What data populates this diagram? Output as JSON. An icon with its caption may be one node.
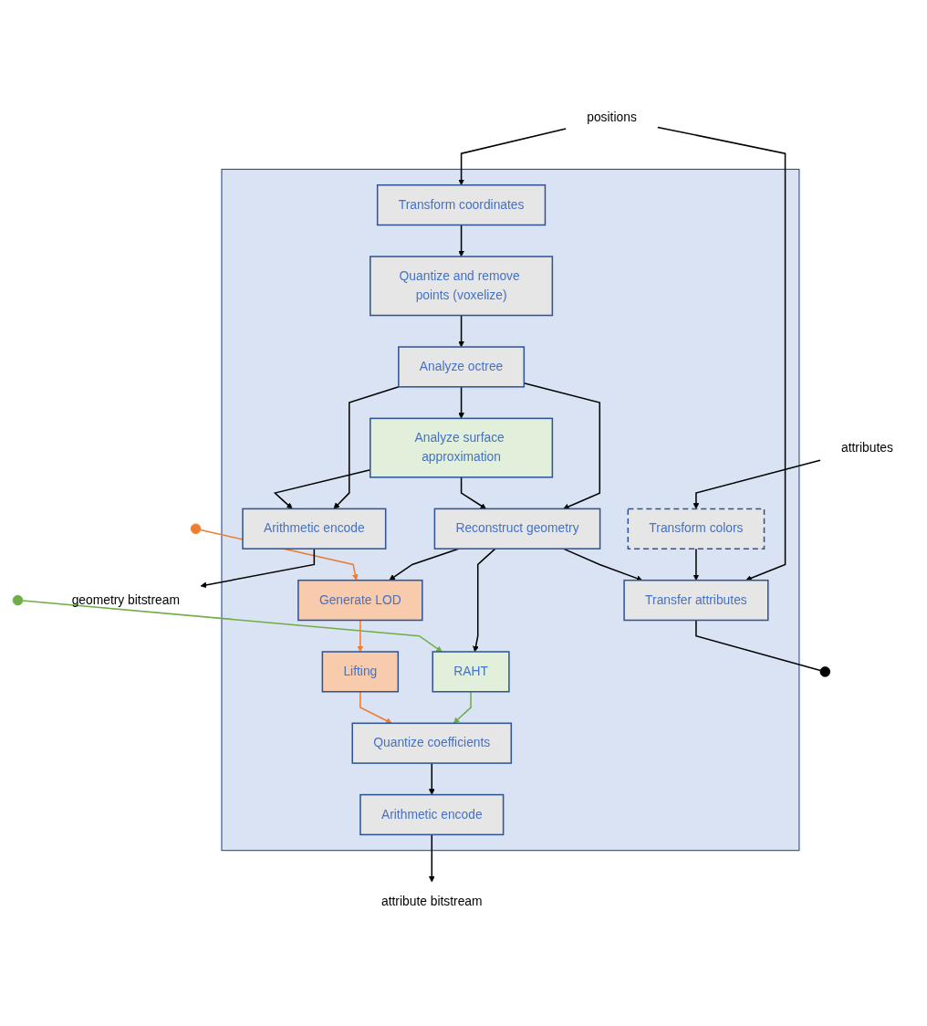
{
  "diagram": {
    "nodes": [
      {
        "text": [],
        "shape": "box"
      },
      {
        "text": [
          "positions"
        ]
      },
      {
        "text": [
          "attributes"
        ]
      },
      {
        "text": [
          "Transform coordinates"
        ],
        "in": 0
      },
      {
        "text": [
          "Quantize and remove points (voxelize)"
        ],
        "in": 0
      },
      {
        "text": [
          "Transform colors"
        ],
        "in": 0
      },
      {
        "text": [
          "Transfer attributes"
        ],
        "in": 0
      },
      {
        "text": [
          "Analyze octree"
        ],
        "in": 0
      },
      {
        "text": [
          "Reconstruct geometry"
        ],
        "in": 0
      },
      {
        "text": [
          "RAHT"
        ],
        "in": 0
      },
      {
        "text": [
          "Generate LOD"
        ],
        "in": 0
      },
      {
        "text": [
          "Analyze surface approximation"
        ],
        "in": 0
      },
      {
        "text": [
          "Lifting"
        ],
        "in": 0
      },
      {
        "text": [
          "Quantize coefficients"
        ],
        "in": 0
      },
      {
        "text": [
          "Arithmetic encode"
        ],
        "in": 0
      },
      {
        "text": [
          "Arithmetic encode"
        ],
        "in": 0
      },
      {
        "text": [
          "geometry bitstream"
        ]
      },
      {
        "text": [
          "attribute bitstream"
        ]
      }
    ],
    "edges": [
      {
        "from": 1,
        "to": 3,
        "arrow": "to"
      },
      {
        "from": 1,
        "to": 6,
        "arrow": "to"
      },
      {
        "from": 2,
        "to": 5,
        "arrow": "to"
      },
      {
        "from": 5,
        "to": 6,
        "arrow": "to"
      },
      {
        "from": 3,
        "to": 4,
        "arrow": "to"
      },
      {
        "from": 4,
        "to": 7,
        "arrow": "to"
      },
      {
        "from": 8,
        "to": 6,
        "arrow": "to"
      },
      {
        "from": 8,
        "to": 9,
        "arrow": "to"
      },
      {
        "from": 8,
        "to": 10,
        "arrow": "to"
      },
      {
        "from": 7,
        "to": 8,
        "arrow": "to"
      },
      {
        "from": 7,
        "to": 11,
        "arrow": "to"
      },
      {
        "from": 7,
        "to": 14,
        "arrow": "to"
      },
      {
        "from": 11,
        "to": 8,
        "arrow": "to"
      },
      {
        "from": 11,
        "to": 14,
        "arrow": "to"
      },
      {
        "from": 6,
        "to": null,
        "arrow": "other"
      },
      {
        "from": null,
        "to": 9,
        "arrow": "to",
        "color": "#70ad47"
      },
      {
        "from": null,
        "to": 10,
        "arrow": "to",
        "color": "#ed7d31"
      },
      {
        "from": 9,
        "to": 13,
        "arrow": "to",
        "color": "#70ad47"
      },
      {
        "from": 10,
        "to": 12,
        "arrow": "to",
        "color": "#ed7d31"
      },
      {
        "from": 12,
        "to": 13,
        "arrow": "to",
        "color": "#ed7d31"
      },
      {
        "from": 13,
        "to": 15,
        "arrow": "to"
      },
      {
        "from": 14,
        "to": 16,
        "arrow": "to"
      },
      {
        "from": 15,
        "to": 17,
        "arrow": "to"
      }
    ]
  }
}
